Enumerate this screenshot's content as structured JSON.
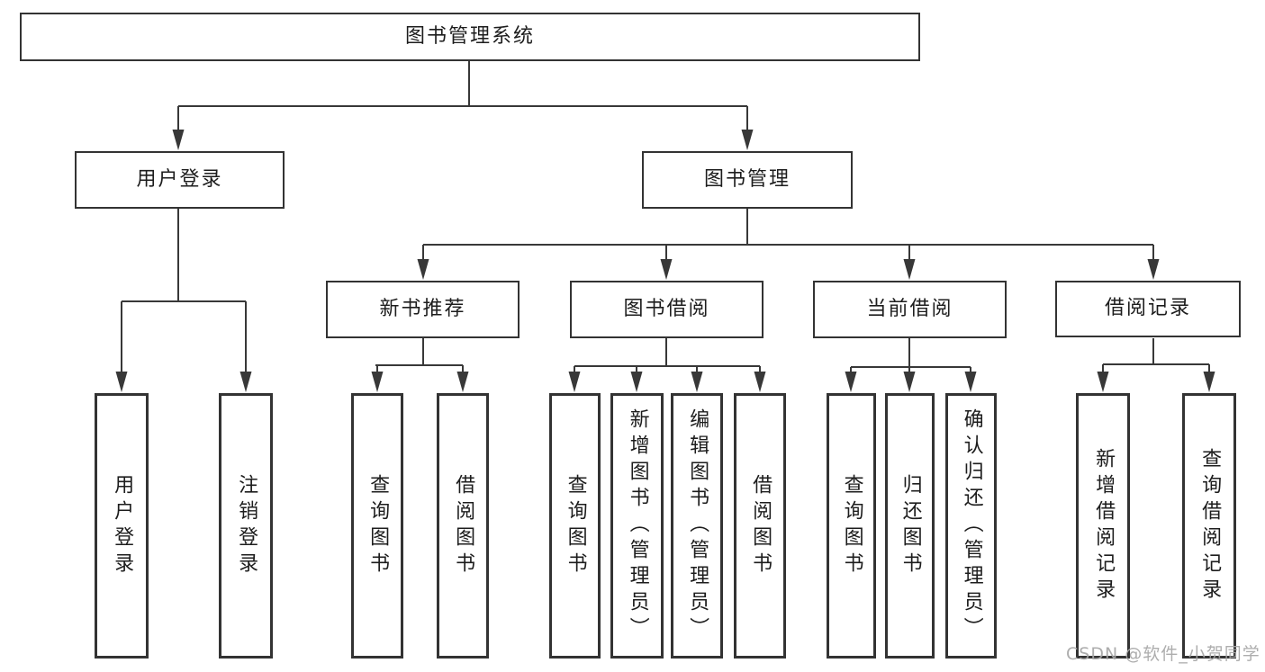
{
  "diagram": {
    "type": "hierarchy-tree",
    "watermark": "CSDN @软件_小贺同学",
    "colors": {
      "line": "#383838",
      "border": "#333333",
      "text": "#1d1d1d",
      "box_bg": "#ffffff",
      "watermark": "#a7a7a7"
    },
    "nodes": {
      "root": {
        "label": "图书管理系统",
        "level": 1
      },
      "user_login": {
        "label": "用户登录",
        "level": 2
      },
      "book_mgmt": {
        "label": "图书管理",
        "level": 2
      },
      "new_book_rec": {
        "label": "新书推荐",
        "level": 3
      },
      "book_borrow": {
        "label": "图书借阅",
        "level": 3
      },
      "current_borrow": {
        "label": "当前借阅",
        "level": 3
      },
      "borrow_record": {
        "label": "借阅记录",
        "level": 3
      },
      "login": {
        "label": "用户登录",
        "level": 4
      },
      "logout": {
        "label": "注销登录",
        "level": 4
      },
      "query_book_1": {
        "label": "查询图书",
        "level": 4
      },
      "borrow_book_1": {
        "label": "借阅图书",
        "level": 4
      },
      "query_book_2": {
        "label": "查询图书",
        "level": 4
      },
      "add_book": {
        "label": "新增图书（管理员）",
        "level": 4
      },
      "edit_book": {
        "label": "编辑图书（管理员）",
        "level": 4
      },
      "borrow_book_2": {
        "label": "借阅图书",
        "level": 4
      },
      "query_book_3": {
        "label": "查询图书",
        "level": 4
      },
      "return_book": {
        "label": "归还图书",
        "level": 4
      },
      "confirm_return": {
        "label": "确认归还（管理员）",
        "level": 4
      },
      "add_borrow_record": {
        "label": "新增借阅记录",
        "level": 4
      },
      "query_borrow_record": {
        "label": "查询借阅记录",
        "level": 4
      }
    },
    "edges": [
      [
        "root",
        "user_login"
      ],
      [
        "root",
        "book_mgmt"
      ],
      [
        "user_login",
        "login"
      ],
      [
        "user_login",
        "logout"
      ],
      [
        "book_mgmt",
        "new_book_rec"
      ],
      [
        "book_mgmt",
        "book_borrow"
      ],
      [
        "book_mgmt",
        "current_borrow"
      ],
      [
        "book_mgmt",
        "borrow_record"
      ],
      [
        "new_book_rec",
        "query_book_1"
      ],
      [
        "new_book_rec",
        "borrow_book_1"
      ],
      [
        "book_borrow",
        "query_book_2"
      ],
      [
        "book_borrow",
        "add_book"
      ],
      [
        "book_borrow",
        "edit_book"
      ],
      [
        "book_borrow",
        "borrow_book_2"
      ],
      [
        "current_borrow",
        "query_book_3"
      ],
      [
        "current_borrow",
        "return_book"
      ],
      [
        "current_borrow",
        "confirm_return"
      ],
      [
        "borrow_record",
        "add_borrow_record"
      ],
      [
        "borrow_record",
        "query_borrow_record"
      ]
    ]
  }
}
